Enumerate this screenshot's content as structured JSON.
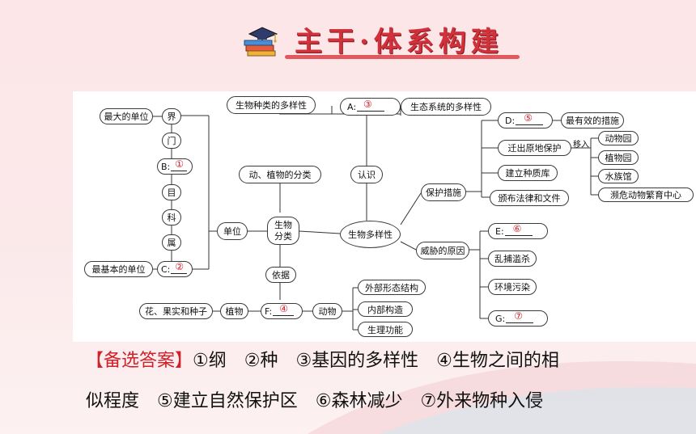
{
  "header": {
    "title": "主干·体系构建"
  },
  "diagram": {
    "center": "生物多样性",
    "top": {
      "left": "生物种类的多样性",
      "mid_prefix": "A:",
      "mid_answer": "③",
      "right": "生态系统的多样性"
    },
    "recognize": "认识",
    "classification_box": "动、植物的分类",
    "bio_classify": [
      "生物",
      "分类"
    ],
    "unit": "单位",
    "basis": "依据",
    "taxonomy": {
      "largest": "最大的单位",
      "smallest": "最基本的单位",
      "levels": [
        "界",
        "门",
        "B:",
        "目",
        "科",
        "属",
        "C:"
      ],
      "b_answer": "①",
      "c_answer": "②"
    },
    "basis_chain": {
      "plant_basis": "花、果实和种子",
      "plant": "植物",
      "f_prefix": "F:",
      "f_answer": "④",
      "animal": "动物",
      "animal_basis": [
        "外部形态结构",
        "内部构造",
        "生理功能"
      ]
    },
    "protection": {
      "label": "保护措施",
      "d_prefix": "D:",
      "d_answer": "⑤",
      "d_note": "最有效的措施",
      "ex_situ": "迁出原地保护",
      "move_in": "移入",
      "places": [
        "动物园",
        "植物园",
        "水族馆",
        "濒危动物繁育中心"
      ],
      "gene_bank": "建立种质库",
      "laws": "颁布法律和文件"
    },
    "threats": {
      "label": "威胁的原因",
      "e_prefix": "E:",
      "e_answer": "⑥",
      "overhunt": "乱捕滥杀",
      "pollution": "环境污染",
      "g_prefix": "G:",
      "g_answer": "⑦"
    }
  },
  "answers": {
    "heading": "【备选答案】",
    "line1": "①纲　②种　③基因的多样性　④生物之间的相",
    "line2": "似程度　⑤建立自然保护区　⑥森林减少　⑦外来物种入侵"
  },
  "colors": {
    "accent_red": "#d0202a",
    "title_red": "#d0313a",
    "background": "#fde6e8"
  }
}
